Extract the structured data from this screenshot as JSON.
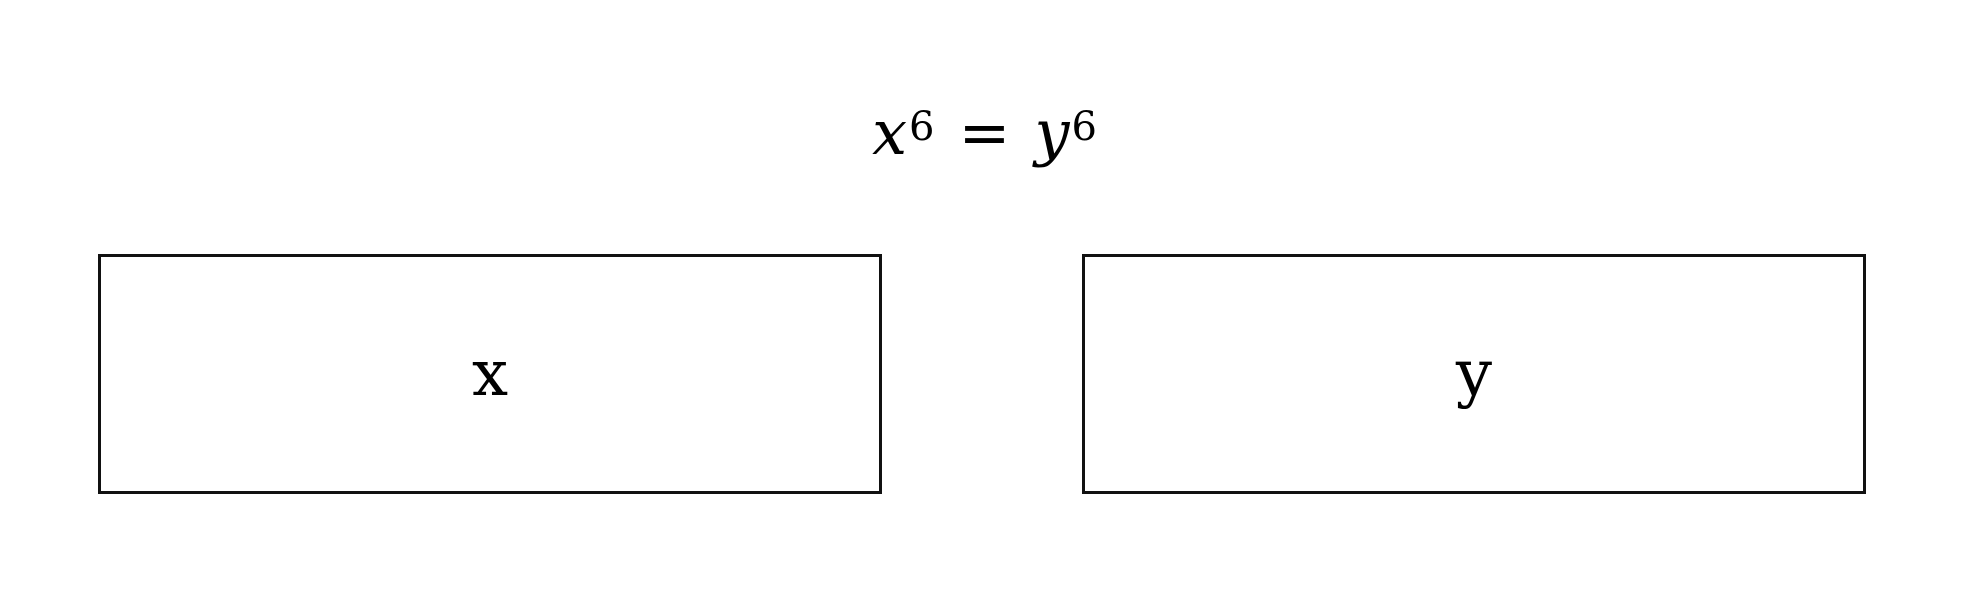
{
  "equation": {
    "lhs_var": "x",
    "lhs_exp": "6",
    "operator": "=",
    "rhs_var": "y",
    "rhs_exp": "6"
  },
  "boxes": [
    {
      "label": "x"
    },
    {
      "label": "y"
    }
  ],
  "colors": {
    "background": "#ffffff",
    "stroke": "#111111",
    "text": "#000000"
  }
}
